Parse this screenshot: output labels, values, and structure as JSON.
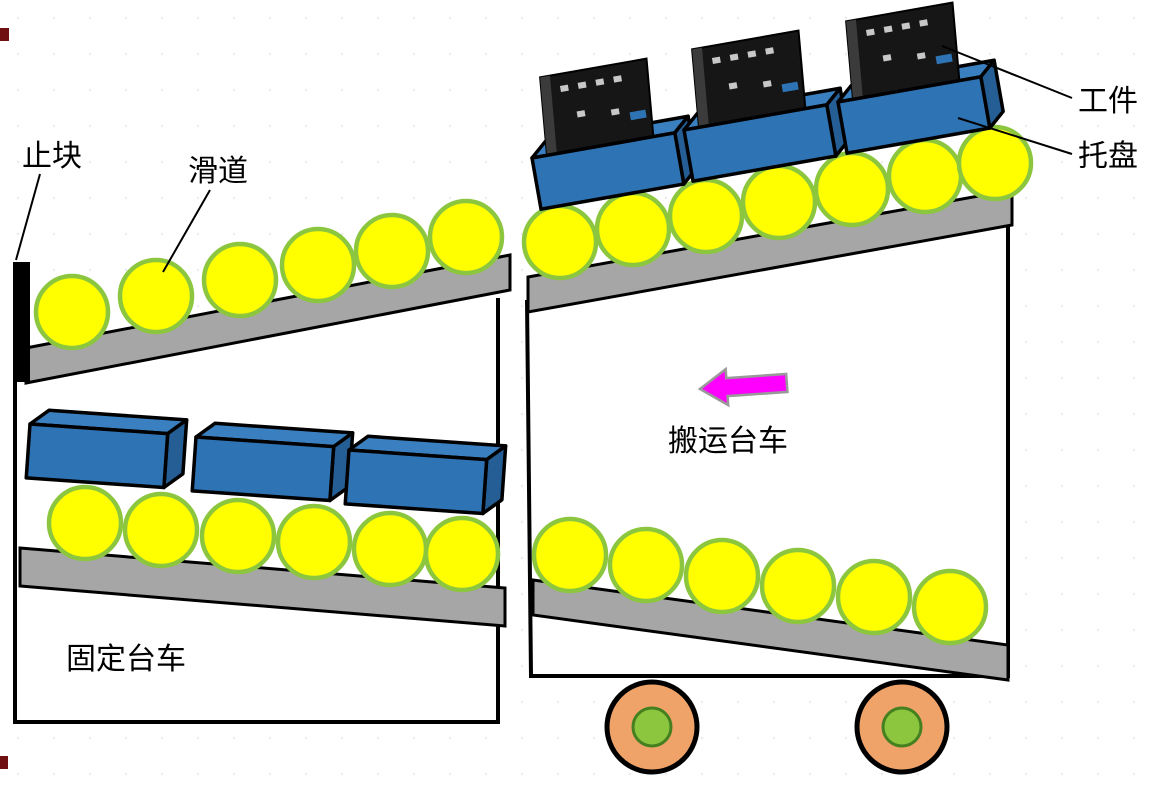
{
  "figure": {
    "type": "technical-diagram",
    "description": "Gravity roller conveyor transferring workpiece pallets between a transport cart and a fixed cart",
    "labels": {
      "stop_block": "止块",
      "slide": "滑道",
      "workpiece": "工件",
      "pallet": "托盘",
      "transport_cart": "搬运台车",
      "fixed_cart": "固定台车"
    },
    "colors": {
      "roller_fill": "#FFFF00",
      "roller_stroke": "#8CC63F",
      "rail_fill": "#A6A6A6",
      "rail_stroke": "#000000",
      "pallet_front": "#2E74B5",
      "pallet_top": "#3A80C0",
      "pallet_side": "#245E95",
      "pallet_outline": "#000000",
      "workpiece_fill": "#161616",
      "workpiece_flange": "#3B3B3B",
      "workpiece_hole": "#C8C8C8",
      "arrow_fill": "#FF00FF",
      "arrow_stroke": "#999999",
      "wheel_fill": "#F0A368",
      "wheel_hub_fill": "#8CC63F",
      "cart_outline": "#000000",
      "stop_block_fill": "#000000",
      "label_color": "#000000",
      "artifact_red": "#701010"
    },
    "counts": {
      "upper_left_rollers": 6,
      "lower_left_rollers": 6,
      "upper_right_rollers": 7,
      "lower_right_rollers": 6,
      "left_pallets": 3,
      "right_pallets_with_workpieces": 3,
      "wheels": 2
    }
  }
}
